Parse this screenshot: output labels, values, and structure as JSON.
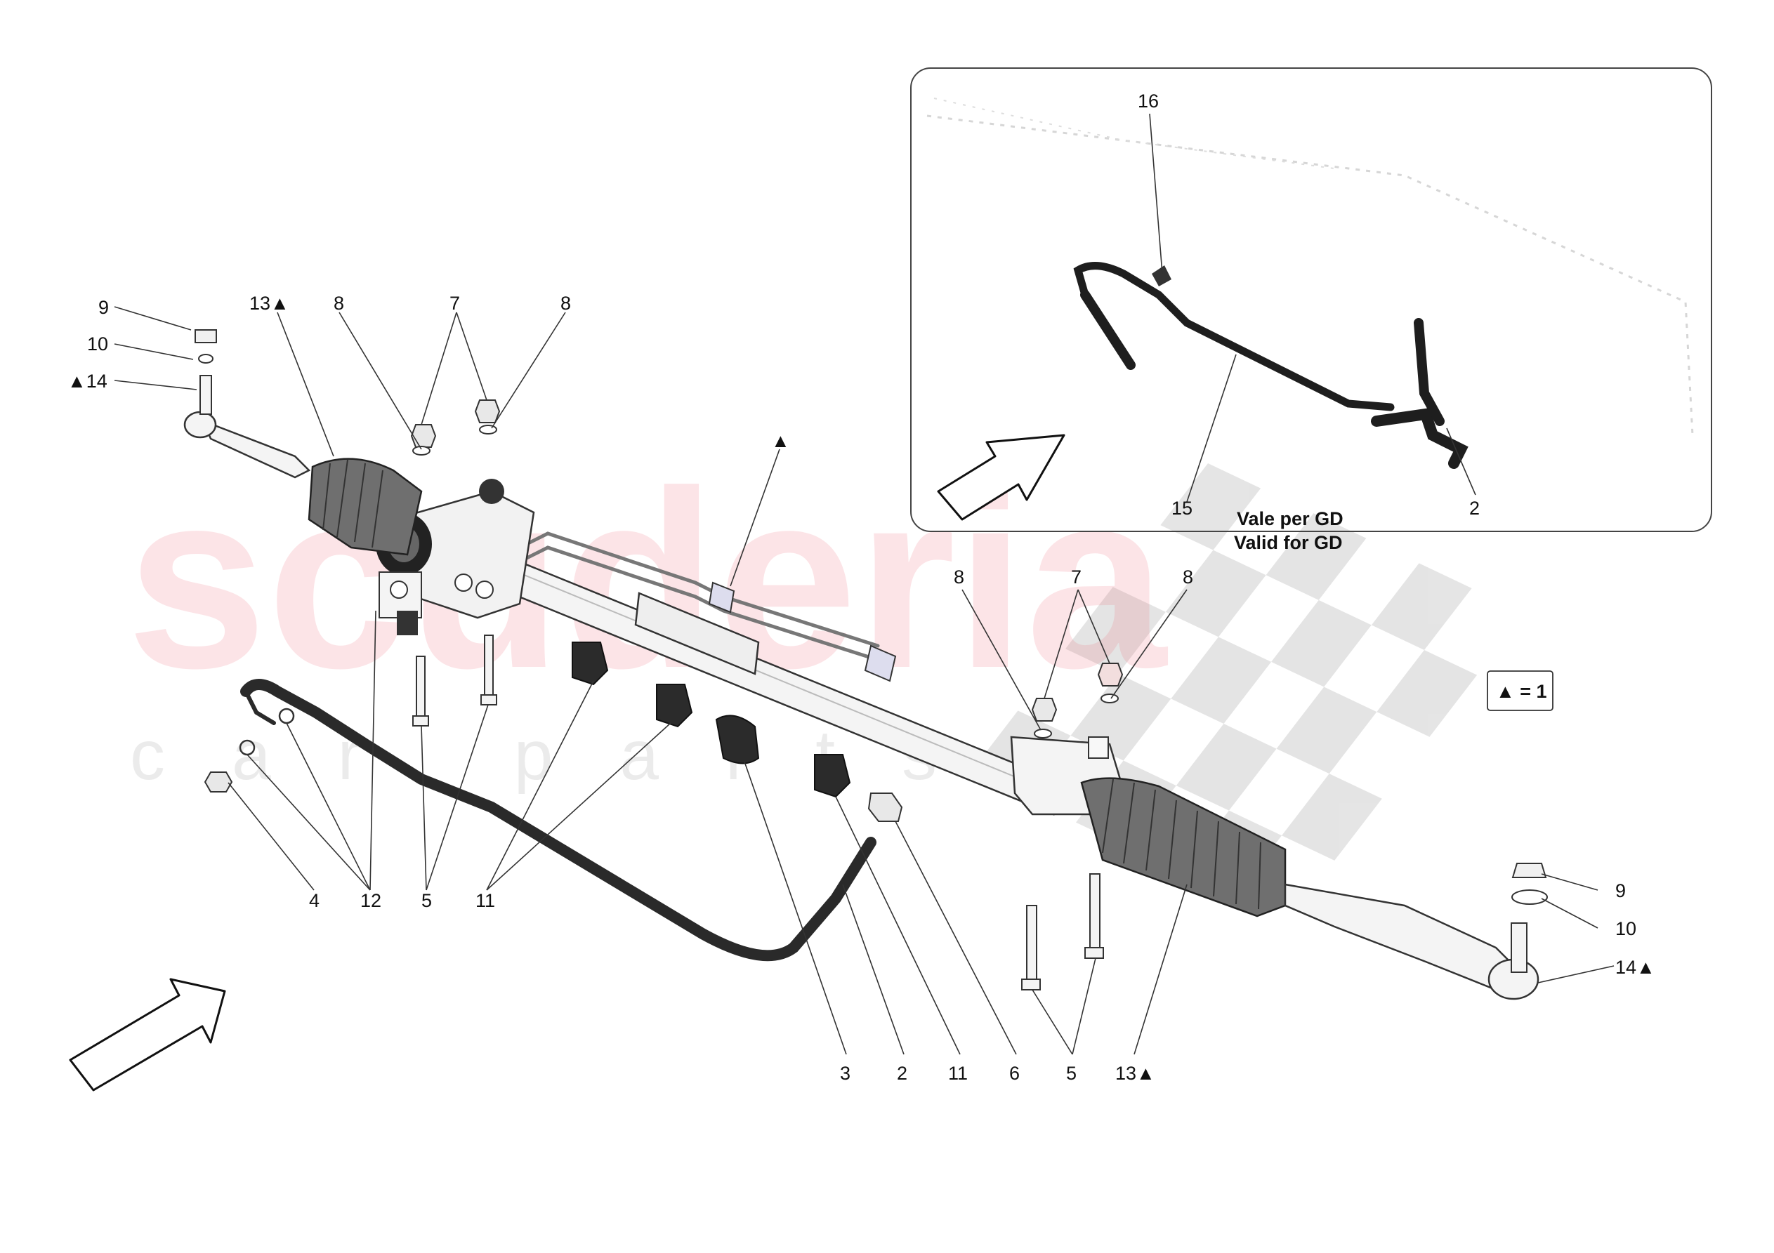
{
  "watermark": {
    "brand": "scuderia",
    "sub": "car parts"
  },
  "inset": {
    "note_it": "Vale per GD",
    "note_en": "Valid for GD",
    "labels": [
      "16",
      "15",
      "2"
    ]
  },
  "legend": {
    "text": "▲ = 1"
  },
  "callouts": {
    "tl_9": "9",
    "tl_10": "10",
    "tl_14": "▲14",
    "tl_13": "13▲",
    "tl_8a": "8",
    "tl_7": "7",
    "tl_8b": "8",
    "mid_tri": "▲",
    "r_8a": "8",
    "r_7": "7",
    "r_8b": "8",
    "br_9": "9",
    "br_10": "10",
    "br_14": "14▲",
    "b_4": "4",
    "b_12": "12",
    "b_5": "5",
    "b_11": "11",
    "b_3": "3",
    "b_2": "2",
    "b_11b": "11",
    "b_6": "6",
    "b_5b": "5",
    "b_13": "13▲"
  },
  "colors": {
    "watermark_red": "#f06070",
    "boot_grey": "#707070",
    "hose_black": "#2a2a2a",
    "checker_grey": "#d0d0d0"
  }
}
